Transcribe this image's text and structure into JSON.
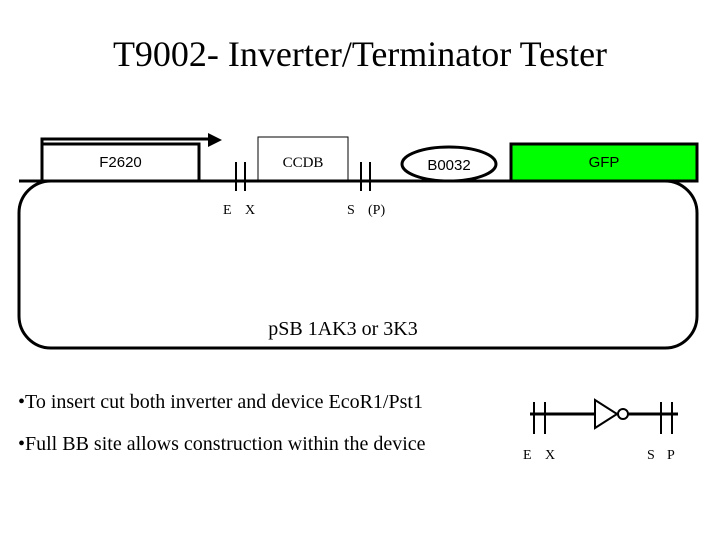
{
  "title": "T9002- Inverter/Terminator Tester",
  "parts": {
    "promoter": "F2620",
    "ccdb": "CCDB",
    "rbs": "B0032",
    "gfp": "GFP"
  },
  "sites_top": {
    "e": "E",
    "x": "X",
    "s": "S",
    "p": "(P)"
  },
  "plasmid_label": "pSB 1AK3 or 3K3",
  "bullets": [
    "•To insert cut both inverter and device EcoR1/Pst1",
    "•Full BB site allows construction within the device"
  ],
  "sites_bottom": {
    "e": "E",
    "x": "X",
    "s": "S",
    "p": "P"
  },
  "colors": {
    "gfp": "#00ff00",
    "line": "#000000"
  }
}
